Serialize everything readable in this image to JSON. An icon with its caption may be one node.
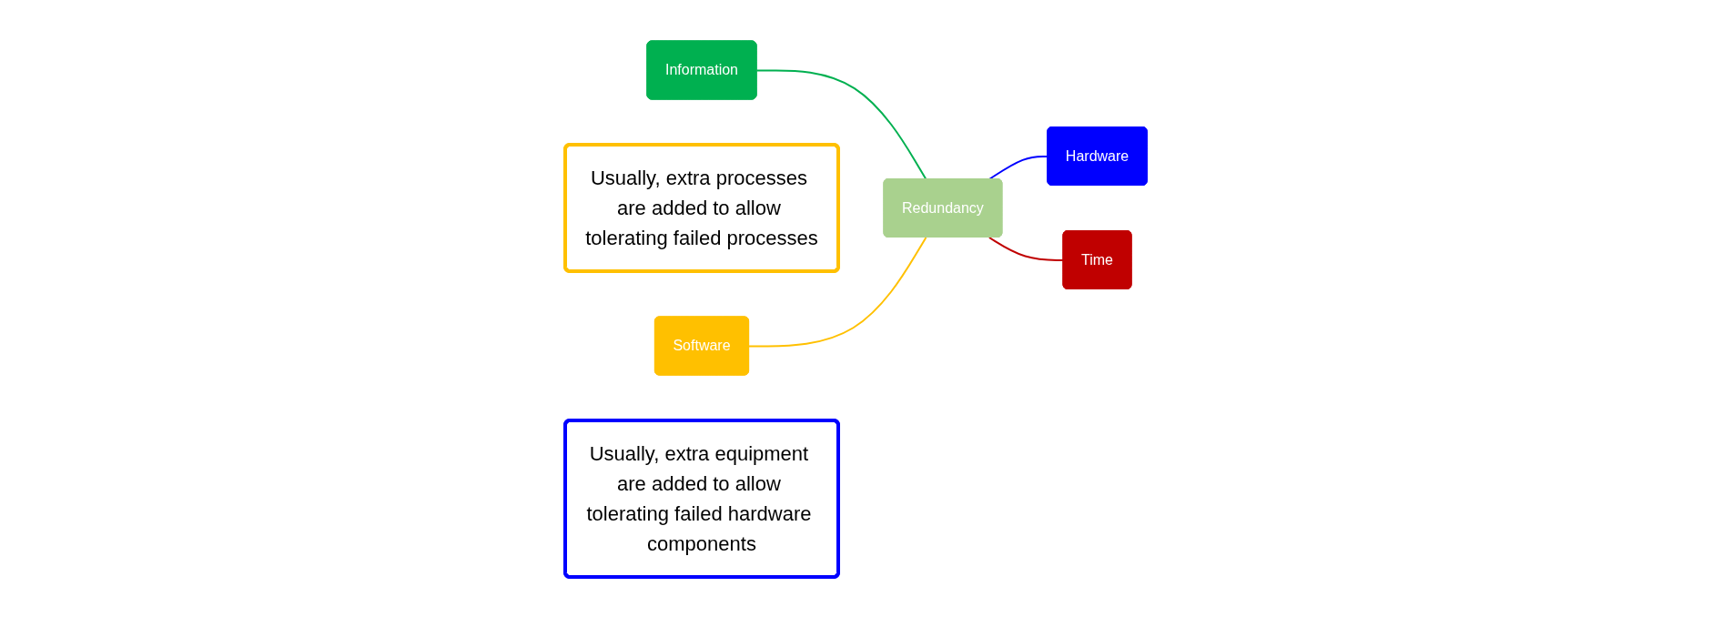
{
  "diagram": {
    "nodes": [
      {
        "text": [
          "Information"
        ]
      },
      {
        "text": [
          "Usually, extra processes are added to allow tolerating failed processes"
        ]
      },
      {
        "text": [
          "Software"
        ]
      },
      {
        "text": [
          "Redundancy"
        ]
      },
      {
        "text": [
          "Hardware"
        ]
      },
      {
        "text": [
          "Usually, extra equipment are added to allow tolerating failed hardware components"
        ]
      },
      {
        "text": [
          "Time"
        ]
      }
    ],
    "edges": [
      {
        "from": 0,
        "to": 3,
        "arrow": "none",
        "color": "#00b050"
      },
      {
        "from": 2,
        "to": 3,
        "arrow": "none",
        "color": "#ffc000"
      },
      {
        "from": 3,
        "to": 4,
        "arrow": "none",
        "color": "#0000ff"
      },
      {
        "from": 3,
        "to": 6,
        "arrow": "none",
        "color": "#c00000"
      }
    ]
  }
}
